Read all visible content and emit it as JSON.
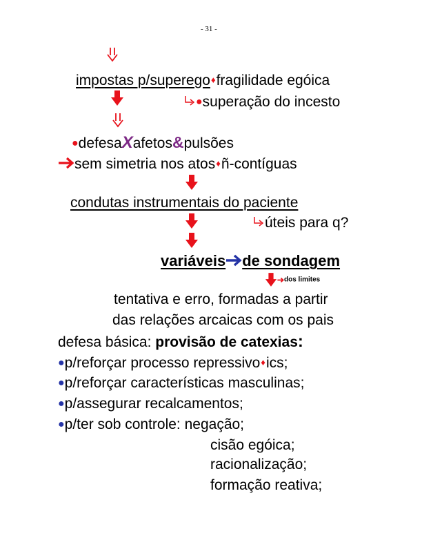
{
  "page_number": "- 31 -",
  "lines": {
    "l1_a": "impostas p/superego",
    "l1_b": "fragilidade egóica",
    "l2": "superação do incesto",
    "l3_a": "defesa",
    "l3_b": "afetos",
    "l3_c": "pulsões",
    "l4_a": "sem simetria nos atos",
    "l4_b": "ñ-contíguas",
    "l5": "condutas instrumentais do paciente",
    "l6": "úteis para q?",
    "l7_a": "variáveis",
    "l7_b": "de sondagem",
    "l8": "dos limites",
    "l9": "tentativa e erro, formadas a partir",
    "l10": "das relações arcaicas com os pais",
    "l11_a": "defesa básica: ",
    "l11_b": "provisão de catexias",
    "l11_c": ":",
    "l12_a": "p/reforçar processo repressivo",
    "l12_b": "ics;",
    "l13": "p/reforçar características masculinas;",
    "l14": "p/assegurar recalcamentos;",
    "l15": "p/ter sob controle: negação;",
    "l16": "cisão egóica;",
    "l17": "racionalização;",
    "l18": "formação reativa;"
  },
  "symbols": {
    "x_mark": "X",
    "ampersand": "&",
    "bullet": "●",
    "diamond": "♦"
  },
  "colors": {
    "red": "#e8121b",
    "blue": "#2433a6",
    "purple": "#7d2a86"
  },
  "icons": [
    "double-arrow-down-icon",
    "bold-arrow-down-icon",
    "hook-arrow-icon",
    "arrow-right-icon",
    "diamond-icon",
    "bullet-icon"
  ]
}
